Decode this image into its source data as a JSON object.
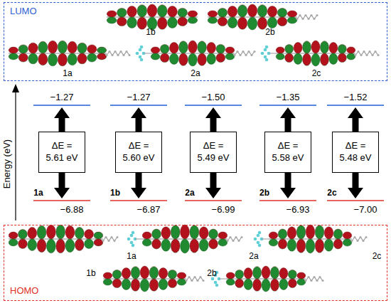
{
  "diagram": {
    "nodes": [
      {
        "text": [
          "LUMO"
        ]
      },
      {
        "text": [
          "ΔE = 5.61 eV"
        ]
      },
      {
        "text": [
          "ΔE = 5.60 eV"
        ]
      },
      {
        "text": [
          "ΔE = 5.49 eV"
        ]
      },
      {
        "text": [
          "ΔE = 5.58 eV"
        ]
      },
      {
        "text": [
          "ΔE = 5.48 eV"
        ]
      },
      {
        "text": [
          "HOMO"
        ]
      }
    ],
    "labels": [
      "1b",
      "2b",
      "1a",
      "2a",
      "2c",
      "Energy (eV)",
      "−1.27",
      "−1.27",
      "−1.50",
      "−1.35",
      "−1.52",
      "1a",
      "−6.88",
      "1b",
      "−6.87",
      "2a",
      "−6.99",
      "2b",
      "−6.93",
      "2c",
      "−7.00",
      "1a",
      "2a",
      "2c",
      "1b",
      "2b"
    ]
  }
}
